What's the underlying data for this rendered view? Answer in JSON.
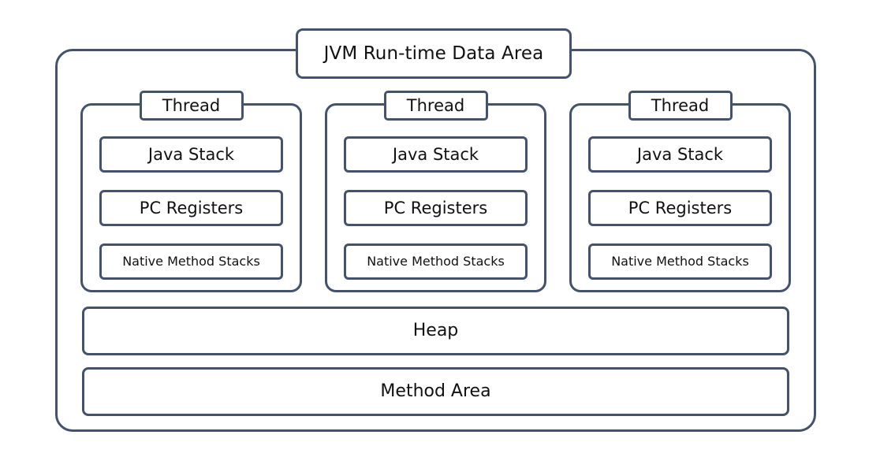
{
  "diagram": {
    "title": "JVM Run-time Data Area",
    "border_color": "#44536b",
    "background_color": "#ffffff",
    "threads": [
      {
        "label": "Thread",
        "boxes": [
          {
            "label": "Java Stack"
          },
          {
            "label": "PC Registers"
          },
          {
            "label": "Native Method Stacks"
          }
        ]
      },
      {
        "label": "Thread",
        "boxes": [
          {
            "label": "Java Stack"
          },
          {
            "label": "PC Registers"
          },
          {
            "label": "Native Method Stacks"
          }
        ]
      },
      {
        "label": "Thread",
        "boxes": [
          {
            "label": "Java Stack"
          },
          {
            "label": "PC Registers"
          },
          {
            "label": "Native Method Stacks"
          }
        ]
      }
    ],
    "shared_areas": [
      {
        "label": "Heap"
      },
      {
        "label": "Method Area"
      }
    ]
  }
}
